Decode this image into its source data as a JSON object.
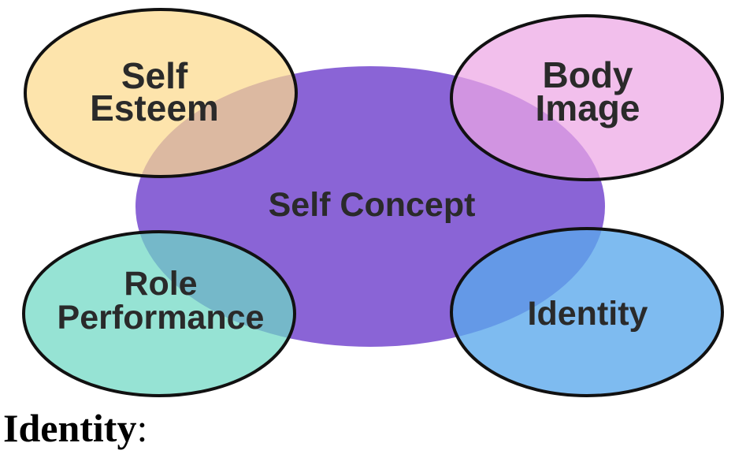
{
  "diagram": {
    "center": {
      "label": "Self Concept",
      "color": "#8a64d6"
    },
    "nodes": [
      {
        "id": "self-esteem",
        "lines": [
          "Self",
          "Esteem"
        ],
        "color": "#fcd98c"
      },
      {
        "id": "body-image",
        "lines": [
          "Body",
          "Image"
        ],
        "color": "#eda6e4"
      },
      {
        "id": "role-performance",
        "lines": [
          "Role",
          "Performance"
        ],
        "color": "#6ed8c4"
      },
      {
        "id": "identity",
        "lines": [
          "Identity"
        ],
        "color": "#68aeea"
      }
    ]
  },
  "heading": {
    "title": "Identity",
    "punctuation": ":"
  }
}
